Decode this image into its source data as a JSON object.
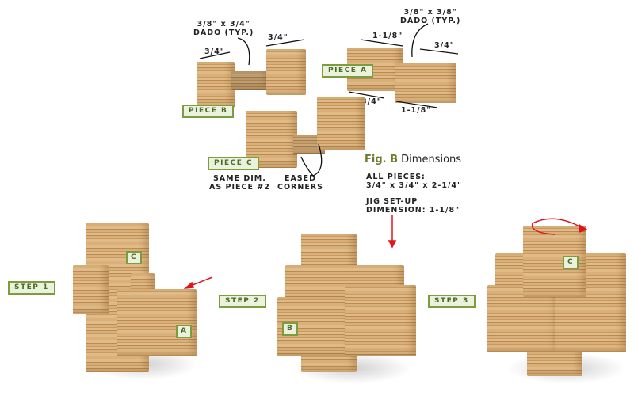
{
  "figure_title": {
    "prefix": "Fig. B",
    "suffix": "Dimensions"
  },
  "piece_b": {
    "label": "PIECE B",
    "dado": [
      "3/8\" x 3/4\"",
      "DADO (TYP.)"
    ],
    "dim_left": "3/4\"",
    "dim_right": "3/4\""
  },
  "piece_a": {
    "label": "PIECE A",
    "dado": [
      "3/8\" x 3/8\"",
      "DADO (TYP.)"
    ],
    "dim_top_left": "1-1/8\"",
    "dim_top_right": "3/4\"",
    "dim_bottom_left": "3/4\"",
    "dim_bottom_right": "1-1/8\""
  },
  "piece_c": {
    "label": "PIECE C",
    "note": [
      "SAME DIM.",
      "AS PIECE #2"
    ],
    "eased": [
      "EASED",
      "CORNERS"
    ]
  },
  "specs": {
    "all_pieces": [
      "ALL PIECES:",
      "3/4\" x 3/4\" x 2-1/4\""
    ],
    "jig": [
      "JIG SET-UP",
      "DIMENSION: 1-1/8\""
    ]
  },
  "steps": [
    {
      "label": "STEP 1",
      "tags": [
        "C",
        "A"
      ]
    },
    {
      "label": "STEP 2",
      "tags": [
        "B"
      ]
    },
    {
      "label": "STEP 3",
      "tags": [
        "C"
      ]
    }
  ],
  "colors": {
    "label_border": "#7d9c3f",
    "label_bg": "#eaf1dc",
    "label_text": "#4e6b26",
    "arrow_red": "#e0141e"
  }
}
